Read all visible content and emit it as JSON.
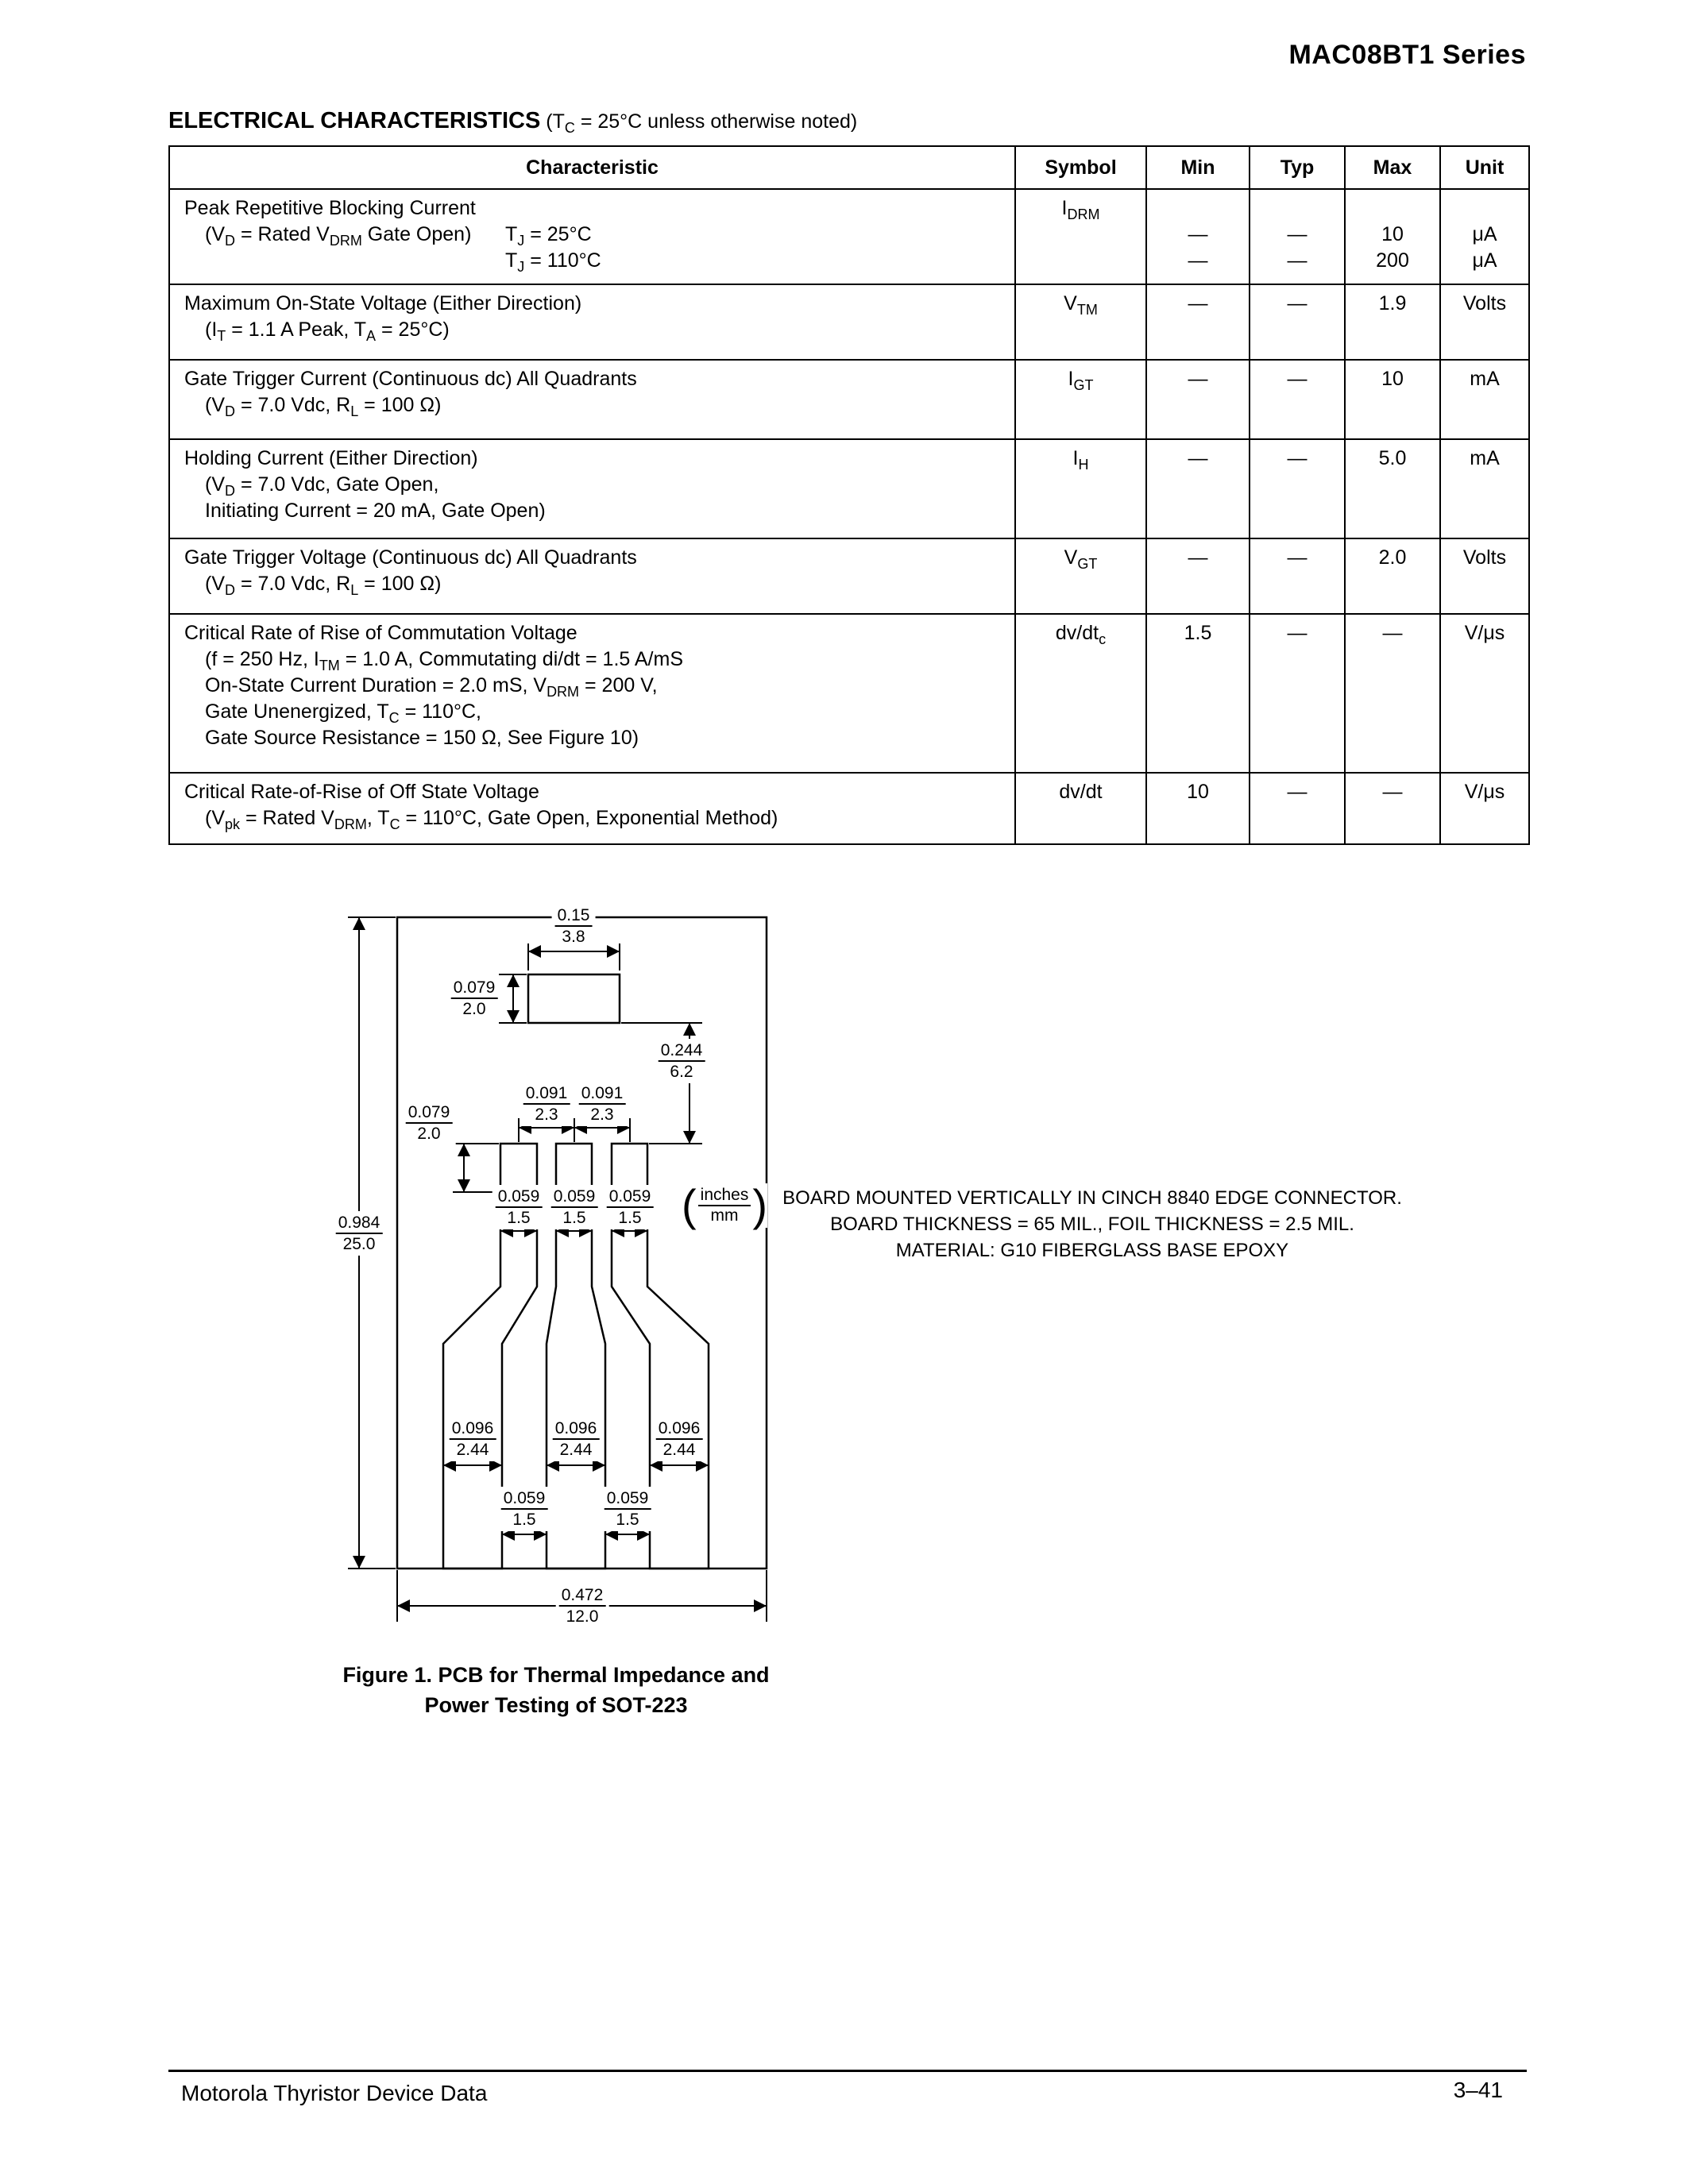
{
  "page": {
    "series_title": "MAC08BT1 Series",
    "footer_left": "Motorola Thyristor Device Data",
    "footer_right": "3–41"
  },
  "section": {
    "title": "ELECTRICAL CHARACTERISTICS",
    "subtitle": "(T_{C} = 25°C unless otherwise noted)"
  },
  "table": {
    "headers": [
      "Characteristic",
      "Symbol",
      "Min",
      "Typ",
      "Max",
      "Unit"
    ],
    "rows": [
      {
        "lines": [
          "Peak Repetitive Blocking Current"
        ],
        "cond_left": "(V_{D} = Rated V_{DRM} Gate Open)",
        "cond_right": [
          "T_{J} = 25°C",
          "T_{J} = 110°C"
        ],
        "symbol": "I_{DRM}",
        "min": [
          "—",
          "—"
        ],
        "typ": [
          "—",
          "—"
        ],
        "max": [
          "10",
          "200"
        ],
        "unit": [
          "μA",
          "μA"
        ]
      },
      {
        "lines": [
          "Maximum On-State Voltage (Either Direction)",
          "(I_{T} = 1.1 A Peak, T_{A} = 25°C)"
        ],
        "symbol": "V_{TM}",
        "min": "—",
        "typ": "—",
        "max": "1.9",
        "unit": "Volts"
      },
      {
        "lines": [
          "Gate Trigger Current (Continuous dc) All Quadrants",
          "(V_{D} = 7.0 Vdc, R_{L} = 100 Ω)"
        ],
        "symbol": "I_{GT}",
        "min": "—",
        "typ": "—",
        "max": "10",
        "unit": "mA"
      },
      {
        "lines": [
          "Holding Current (Either Direction)",
          "(V_{D} = 7.0 Vdc, Gate Open,",
          "Initiating Current = 20 mA, Gate Open)"
        ],
        "symbol": "I_{H}",
        "min": "—",
        "typ": "—",
        "max": "5.0",
        "unit": "mA"
      },
      {
        "lines": [
          "Gate Trigger Voltage (Continuous dc) All Quadrants",
          "(V_{D} = 7.0 Vdc, R_{L} = 100 Ω)"
        ],
        "symbol": "V_{GT}",
        "min": "—",
        "typ": "—",
        "max": "2.0",
        "unit": "Volts"
      },
      {
        "lines": [
          "Critical Rate of Rise of Commutation Voltage",
          "(f = 250 Hz, I_{TM} = 1.0 A, Commutating di/dt = 1.5 A/mS",
          "On-State Current Duration = 2.0 mS, V_{DRM} = 200 V,",
          "Gate Unenergized, T_{C} = 110°C,",
          "Gate Source Resistance = 150 Ω, See Figure 10)"
        ],
        "symbol": "dv/dt_{c}",
        "min": "1.5",
        "typ": "—",
        "max": "—",
        "unit": "V/μs"
      },
      {
        "lines": [
          "Critical Rate-of-Rise of Off State Voltage",
          "(V_{pk} = Rated V_{DRM}, T_{C} = 110°C, Gate Open, Exponential Method)"
        ],
        "symbol": "dv/dt",
        "min": "10",
        "typ": "—",
        "max": "—",
        "unit": "V/μs"
      }
    ]
  },
  "figure": {
    "dims": {
      "top_width": {
        "in": "0.15",
        "mm": "3.8"
      },
      "top_pad_height": {
        "in": "0.079",
        "mm": "2.0"
      },
      "lead_pitch": {
        "in": "0.091",
        "mm": "2.3"
      },
      "pad_height": {
        "in": "0.079",
        "mm": "2.0"
      },
      "lead_width": {
        "in": "0.059",
        "mm": "1.5"
      },
      "vertical_gap": {
        "in": "0.244",
        "mm": "6.2"
      },
      "board_height": {
        "in": "0.984",
        "mm": "25.0"
      },
      "strip_width": {
        "in": "0.096",
        "mm": "2.44"
      },
      "strip_gap": {
        "in": "0.059",
        "mm": "1.5"
      },
      "board_width": {
        "in": "0.472",
        "mm": "12.0"
      }
    },
    "units_note": {
      "open": "(",
      "top": "inches",
      "bottom": "mm",
      "close": ")"
    },
    "notes": [
      "BOARD MOUNTED VERTICALLY IN CINCH 8840 EDGE CONNECTOR.",
      "BOARD THICKNESS = 65 MIL., FOIL THICKNESS = 2.5 MIL.",
      "MATERIAL: G10 FIBERGLASS BASE EPOXY"
    ],
    "caption": [
      "Figure 1. PCB for Thermal Impedance and",
      "Power Testing of SOT-223"
    ]
  }
}
